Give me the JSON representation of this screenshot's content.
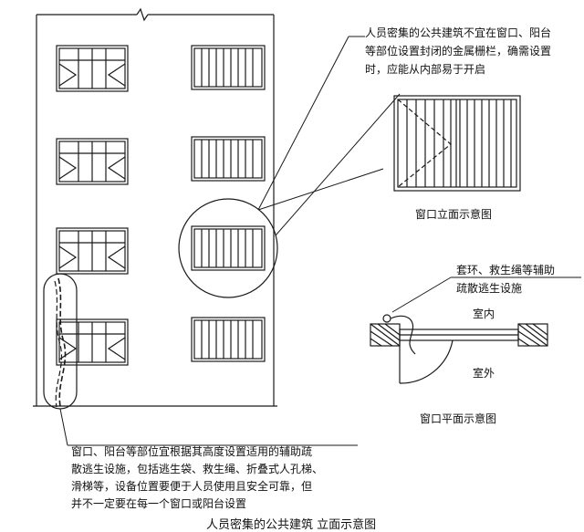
{
  "notes": {
    "top_right": [
      "人员密集的公共建筑不宜在窗口、阳台",
      "等部位设置封闭的金属栅栏，确需设置",
      "时，应能从内部易于开启"
    ],
    "aux_label": [
      "套环、救生绳等辅助",
      "疏散逃生设施"
    ],
    "bottom": [
      "窗口、阳台等部位宜根据其高度设置适用的辅助疏",
      "散逃生设施，包括逃生袋、救生绳、折叠式人孔梯、",
      "滑梯等，设备位置要便于人员使用且安全可靠，但",
      "并不一定要在每一个窗口或阳台设置"
    ]
  },
  "labels": {
    "window_elevation": "窗口立面示意图",
    "indoor": "室内",
    "outdoor": "室外",
    "window_plan": "窗口平面示意图"
  },
  "caption": "人员密集的公共建筑 立面示意图",
  "colors": {
    "line": "#1a1a1a",
    "background": "#ffffff"
  }
}
